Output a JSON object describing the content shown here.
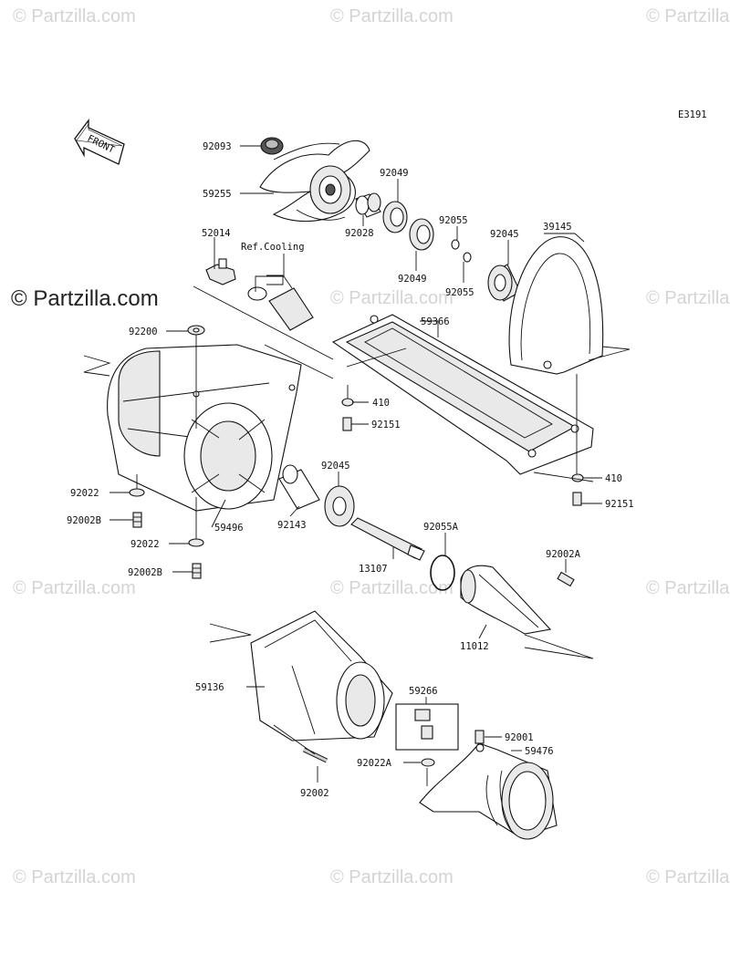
{
  "diagram_code": "E3191",
  "front_label": "FRONT",
  "ref_cooling_label": "Ref.Cooling",
  "watermark": "© Partzilla.com",
  "watermark_main": "© Partzilla.com",
  "parts": [
    {
      "id": "p-92093",
      "label": "92093"
    },
    {
      "id": "p-59255",
      "label": "59255"
    },
    {
      "id": "p-92049a",
      "label": "92049"
    },
    {
      "id": "p-92028",
      "label": "92028"
    },
    {
      "id": "p-92049b",
      "label": "92049"
    },
    {
      "id": "p-92055a",
      "label": "92055"
    },
    {
      "id": "p-92055b",
      "label": "92055"
    },
    {
      "id": "p-92045a",
      "label": "92045"
    },
    {
      "id": "p-39145",
      "label": "39145"
    },
    {
      "id": "p-52014",
      "label": "52014"
    },
    {
      "id": "p-92200",
      "label": "92200"
    },
    {
      "id": "p-59366",
      "label": "59366"
    },
    {
      "id": "p-410a",
      "label": "410"
    },
    {
      "id": "p-92151a",
      "label": "92151"
    },
    {
      "id": "p-92022a",
      "label": "92022"
    },
    {
      "id": "p-92002Ba",
      "label": "92002B"
    },
    {
      "id": "p-59496",
      "label": "59496"
    },
    {
      "id": "p-92045b",
      "label": "92045"
    },
    {
      "id": "p-92143",
      "label": "92143"
    },
    {
      "id": "p-410b",
      "label": "410"
    },
    {
      "id": "p-92151b",
      "label": "92151"
    },
    {
      "id": "p-92022b",
      "label": "92022"
    },
    {
      "id": "p-92002Bb",
      "label": "92002B"
    },
    {
      "id": "p-92055A",
      "label": "92055A"
    },
    {
      "id": "p-13107",
      "label": "13107"
    },
    {
      "id": "p-92002A",
      "label": "92002A"
    },
    {
      "id": "p-11012",
      "label": "11012"
    },
    {
      "id": "p-59136",
      "label": "59136"
    },
    {
      "id": "p-59266",
      "label": "59266"
    },
    {
      "id": "p-92001",
      "label": "92001"
    },
    {
      "id": "p-59476",
      "label": "59476"
    },
    {
      "id": "p-92022A",
      "label": "92022A"
    },
    {
      "id": "p-92002",
      "label": "92002"
    }
  ]
}
